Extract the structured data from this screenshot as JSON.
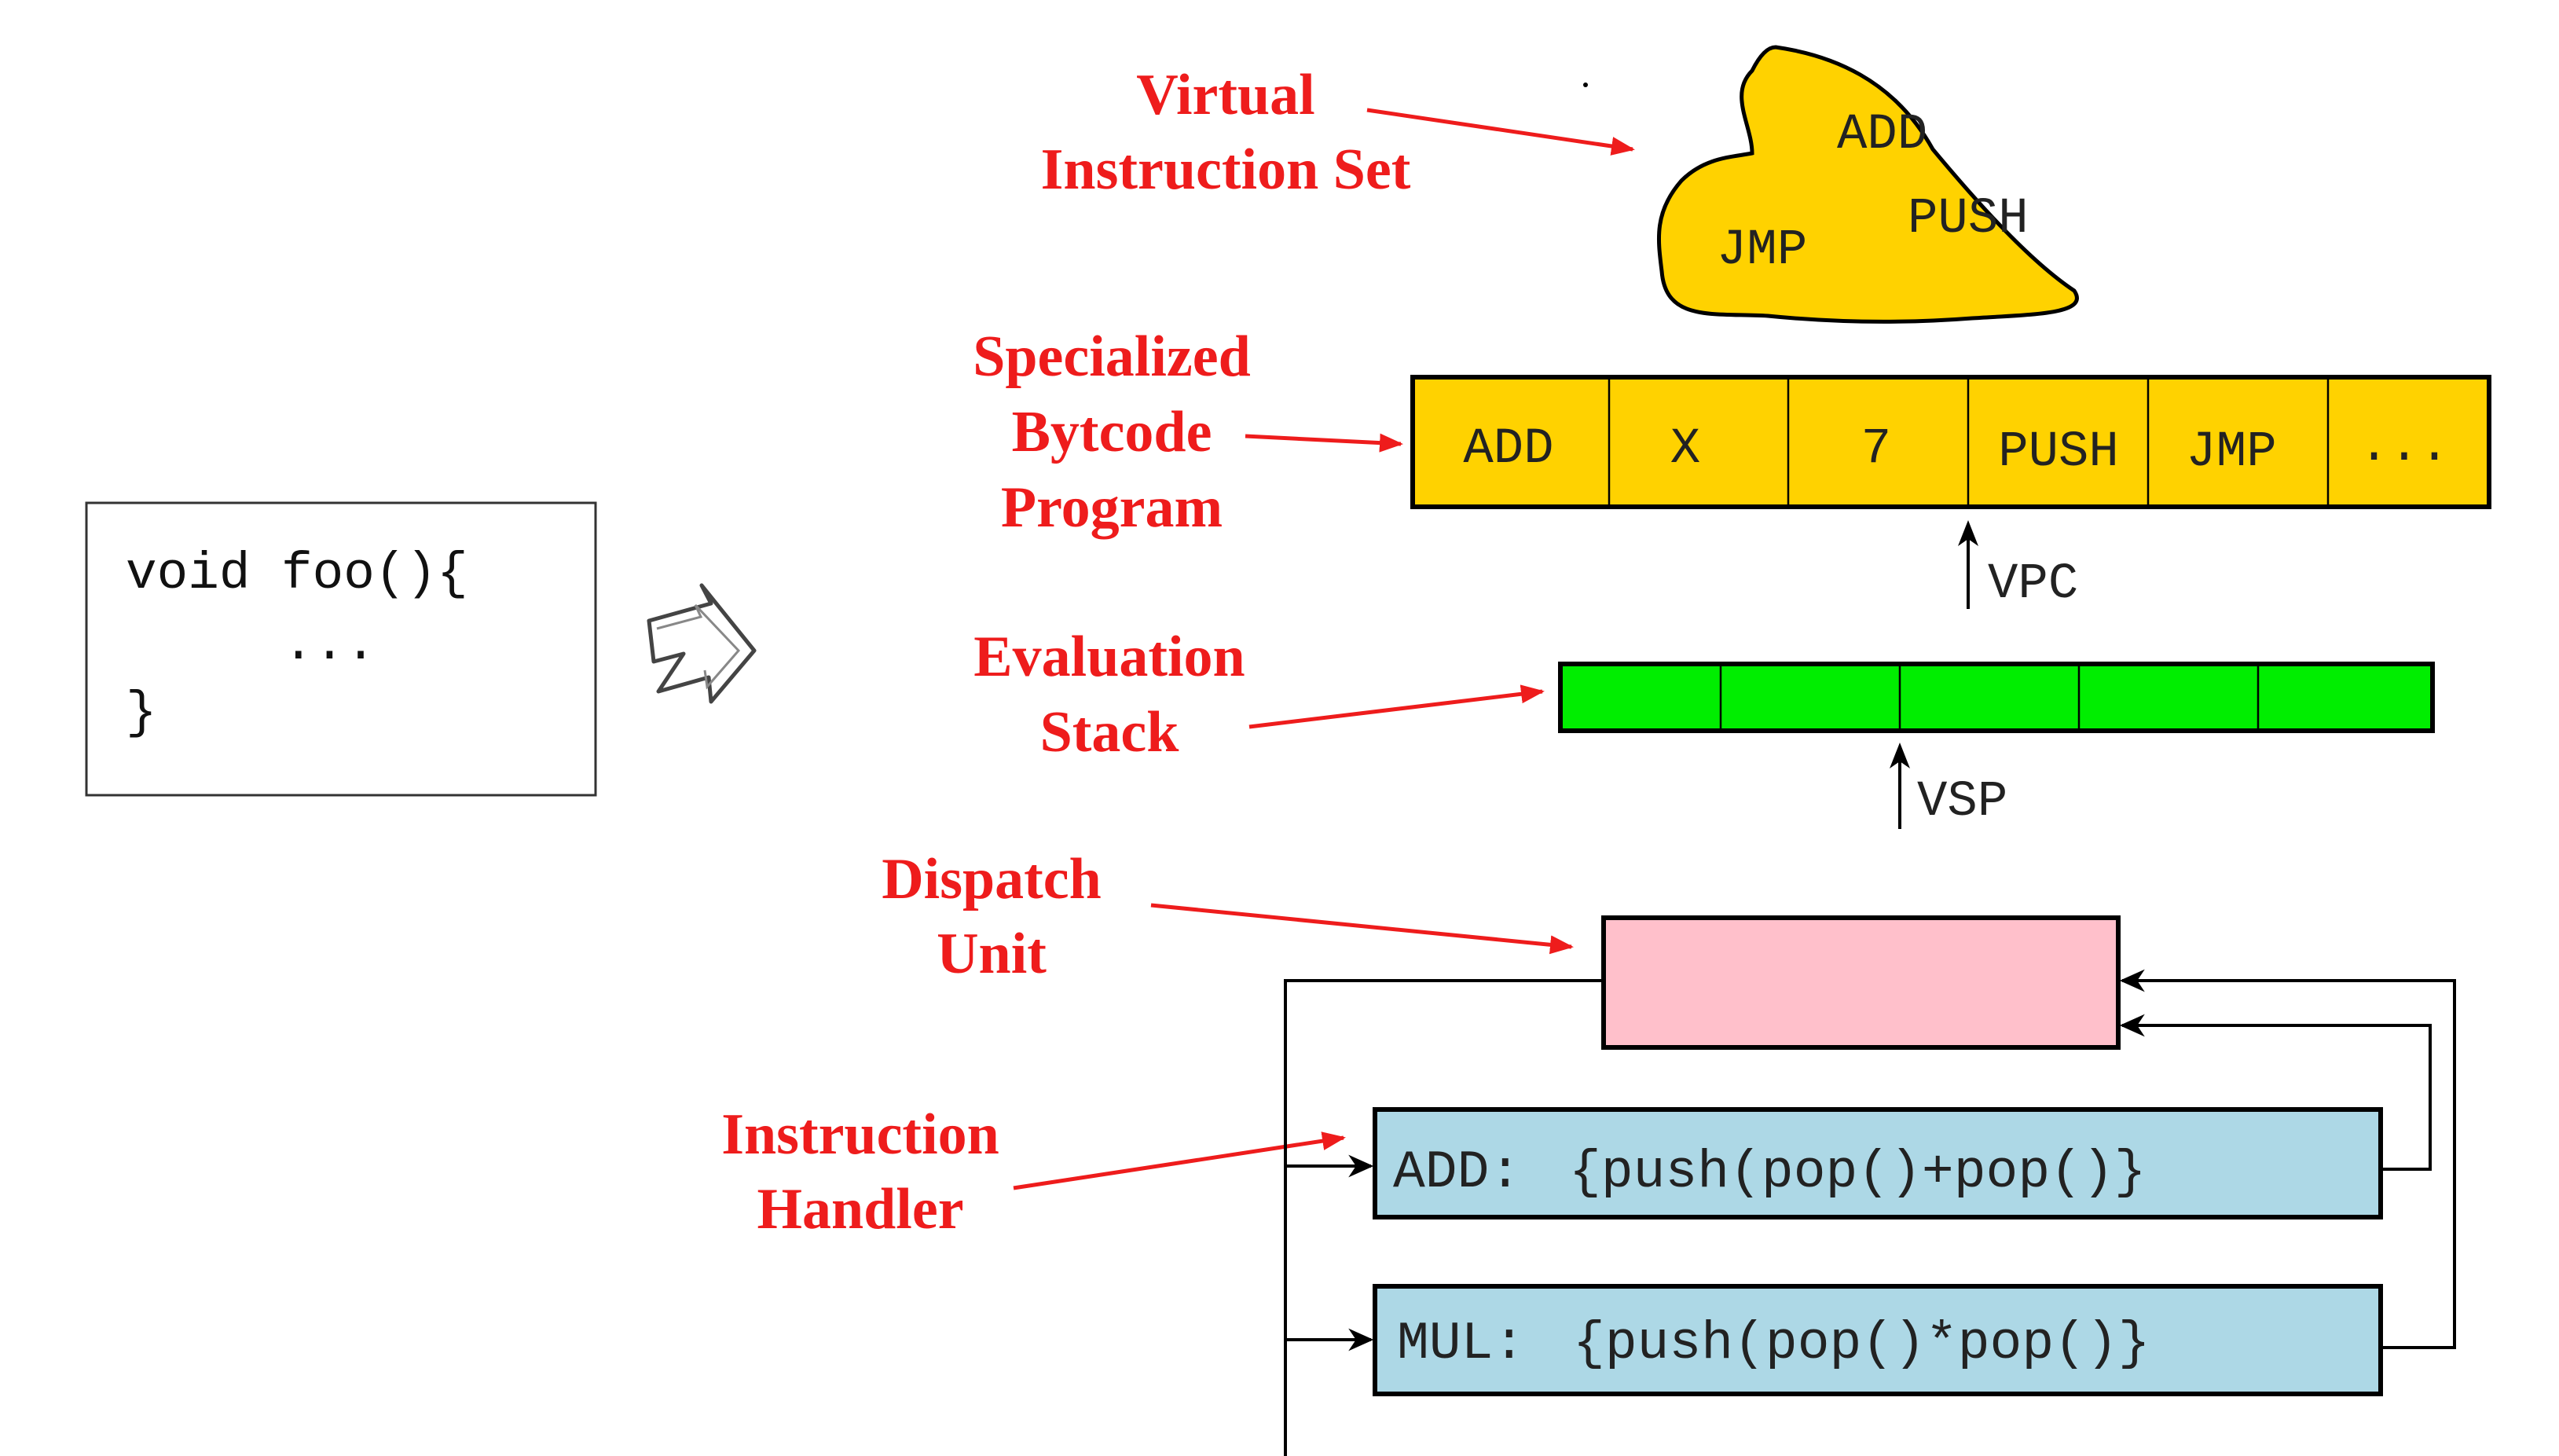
{
  "colors": {
    "label_red": "#ee1c1c",
    "cloud_fill": "#ffd200",
    "bytecode_fill": "#ffd200",
    "stack_fill": "#00ee00",
    "dispatch_fill": "#ffc0cb",
    "handler_fill": "#add8e6",
    "line": "#000000"
  },
  "source_code": {
    "line1": "void foo(){",
    "line2": "...",
    "line3": "}"
  },
  "labels": {
    "virtual_instruction_set": [
      "Virtual",
      "Instruction Set"
    ],
    "specialized_bytecode_program": [
      "Specialized",
      "Bytcode",
      "Program"
    ],
    "evaluation_stack": [
      "Evaluation",
      "Stack"
    ],
    "dispatch_unit": [
      "Dispatch",
      "Unit"
    ],
    "instruction_handler": [
      "Instruction",
      "Handler"
    ]
  },
  "instruction_set": [
    "ADD",
    "PUSH",
    "JMP"
  ],
  "bytecode": [
    "ADD",
    "X",
    "7",
    "PUSH",
    "JMP",
    "..."
  ],
  "stack_cells": 5,
  "pointers": {
    "vpc": "VPC",
    "vsp": "VSP"
  },
  "handlers": [
    {
      "name": "ADD:",
      "body": "{push(pop()+pop()}"
    },
    {
      "name": "MUL:",
      "body": "{push(pop()*pop()}"
    }
  ]
}
